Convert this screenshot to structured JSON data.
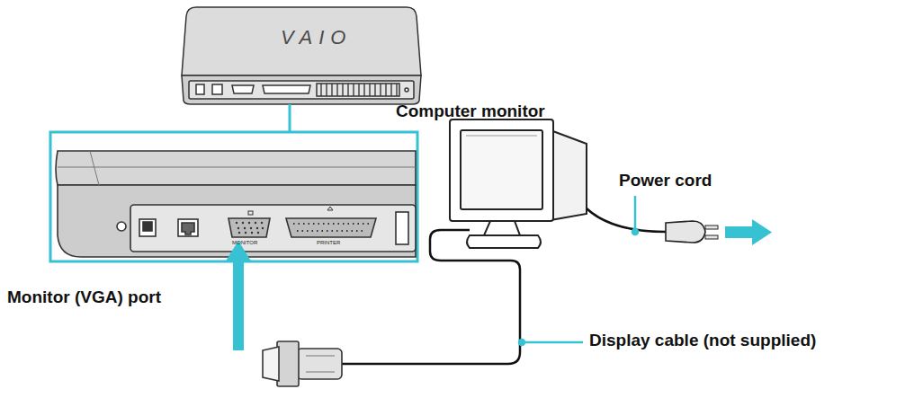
{
  "diagram": {
    "labels": [
      "VAIO",
      "Computer monitor",
      "Power cord",
      "MONITOR",
      "PRINTER",
      "Monitor (VGA) port",
      "Display cable (not supplied)"
    ]
  }
}
